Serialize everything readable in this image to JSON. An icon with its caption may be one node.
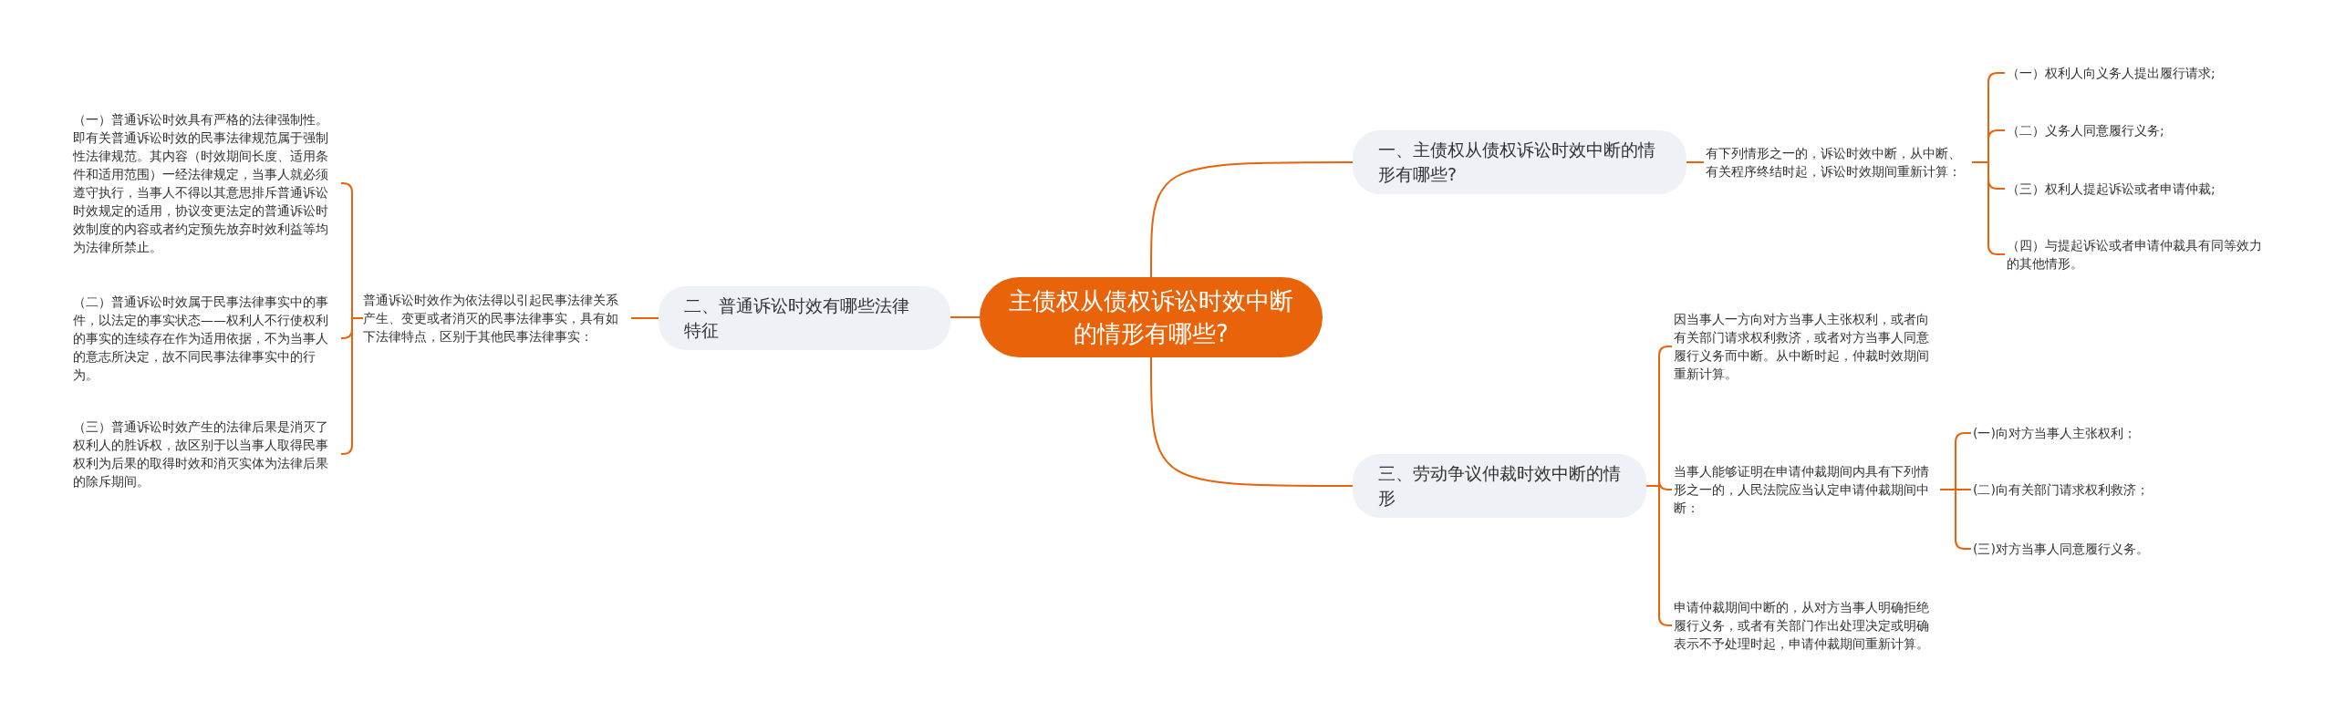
{
  "diagram": {
    "nodes": [
      {
        "text": [
          "主债权从债权诉讼时效中断的情形有哪些?"
        ]
      },
      {
        "text": [
          "一、主债权从债权诉讼时效中断的情形有哪些?"
        ]
      },
      {
        "text": [
          "有下列情形之一的，诉讼时效中断，从中断、有关程序终结时起，诉讼时效期间重新计算："
        ]
      },
      {
        "text": [
          "（一）权利人向义务人提出履行请求;"
        ]
      },
      {
        "text": [
          "（二）义务人同意履行义务;"
        ]
      },
      {
        "text": [
          "（三）权利人提起诉讼或者申请仲裁;"
        ]
      },
      {
        "text": [
          "（四）与提起诉讼或者申请仲裁具有同等效力的其他情形。"
        ]
      },
      {
        "text": [
          "二、普通诉讼时效有哪些法律特征"
        ]
      },
      {
        "text": [
          "普通诉讼时效作为依法得以引起民事法律关系产生、变更或者消灭的民事法律事实，具有如下法律特点，区别于其他民事法律事实："
        ]
      },
      {
        "text": [
          "（一）普通诉讼时效具有严格的法律强制性。即有关普通诉讼时效的民事法律规范属于强制性法律规范。其内容（时效期间长度、适用条件和适用范围）一经法律规定，当事人就必须遵守执行，当事人不得以其意思排斥普通诉讼时效规定的适用，协议变更法定的普通诉讼时效制度的内容或者约定预先放弃时效利益等均为法律所禁止。"
        ]
      },
      {
        "text": [
          "（二）普通诉讼时效属于民事法律事实中的事件，以法定的事实状态——权利人不行使权利的事实的连续存在作为适用依据，不为当事人的意志所决定，故不同民事法律事实中的行为。"
        ]
      },
      {
        "text": [
          "（三）普通诉讼时效产生的法律后果是消灭了权利人的胜诉权，故区别于以当事人取得民事权利为后果的取得时效和消灭实体为法律后果的除斥期间。"
        ]
      },
      {
        "text": [
          "三、劳动争议仲裁时效中断的情形"
        ]
      },
      {
        "text": [
          "因当事人一方向对方当事人主张权利，或者向有关部门请求权利救济，或者对方当事人同意履行义务而中断。从中断时起，仲裁时效期间重新计算。"
        ]
      },
      {
        "text": [
          "当事人能够证明在申请仲裁期间内具有下列情形之一的，人民法院应当认定申请仲裁期间中断："
        ]
      },
      {
        "text": [
          "(一)向对方当事人主张权利；"
        ]
      },
      {
        "text": [
          "(二)向有关部门请求权利救济；"
        ]
      },
      {
        "text": [
          "(三)对方当事人同意履行义务。"
        ]
      },
      {
        "text": [
          "申请仲裁期间中断的，从对方当事人明确拒绝履行义务，或者有关部门作出处理决定或明确表示不予处理时起，申请仲裁期间重新计算。"
        ]
      }
    ],
    "edges": [
      {
        "from": 0,
        "to": 1,
        "arrow": "none"
      },
      {
        "from": 1,
        "to": 2,
        "arrow": "none"
      },
      {
        "from": 2,
        "to": 3,
        "arrow": "none"
      },
      {
        "from": 2,
        "to": 4,
        "arrow": "none"
      },
      {
        "from": 2,
        "to": 5,
        "arrow": "none"
      },
      {
        "from": 2,
        "to": 6,
        "arrow": "none"
      },
      {
        "from": 0,
        "to": 7,
        "arrow": "none"
      },
      {
        "from": 7,
        "to": 8,
        "arrow": "none"
      },
      {
        "from": 8,
        "to": 9,
        "arrow": "none"
      },
      {
        "from": 8,
        "to": 10,
        "arrow": "none"
      },
      {
        "from": 8,
        "to": 11,
        "arrow": "none"
      },
      {
        "from": 0,
        "to": 12,
        "arrow": "none"
      },
      {
        "from": 12,
        "to": 13,
        "arrow": "none"
      },
      {
        "from": 12,
        "to": 14,
        "arrow": "none"
      },
      {
        "from": 12,
        "to": 18,
        "arrow": "none"
      },
      {
        "from": 14,
        "to": 15,
        "arrow": "none"
      },
      {
        "from": 14,
        "to": 16,
        "arrow": "none"
      },
      {
        "from": 14,
        "to": 17,
        "arrow": "none"
      }
    ]
  }
}
